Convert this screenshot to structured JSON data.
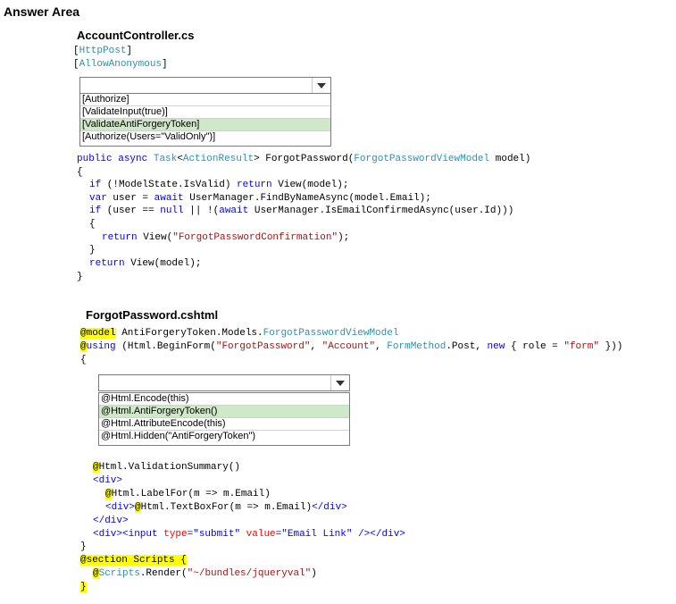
{
  "answer_area_title": "Answer Area",
  "controller": {
    "file_name": "AccountController.cs",
    "attr1_open": "[",
    "attr1_name": "HttpPost",
    "attr1_close": "]",
    "attr2_open": "[",
    "attr2_name": "AllowAnonymous",
    "attr2_close": "]",
    "dropdown": {
      "selected_value": "",
      "options": [
        "[Authorize]",
        "[ValidateInput(true)]",
        "[ValidateAntiForgeryToken]",
        "[Authorize(Users=\"ValidOnly\")]"
      ],
      "highlighted_option": "[ValidateAntiForgeryToken]"
    },
    "code": {
      "l1_public": "public",
      "l1_async": "async",
      "l1_task": "Task",
      "l1_lt": "<",
      "l1_ar": "ActionResult",
      "l1_gt": ">",
      "l1_method": " ForgotPassword(",
      "l1_vm": "ForgotPasswordViewModel",
      "l1_rest": " model)",
      "l2": "{",
      "l3_if": "if",
      "l3_mid": " (!ModelState.IsValid) ",
      "l3_return": "return",
      "l3_rest": " View(model);",
      "l4_var": "var",
      "l4_mid": " user = ",
      "l4_await": "await",
      "l4_rest": " UserManager.FindByNameAsync(model.Email);",
      "l5_if": "if",
      "l5_a": " (user == ",
      "l5_null": "null",
      "l5_b": " || !(",
      "l5_await": "await",
      "l5_c": " UserManager.IsEmailConfirmedAsync(user.Id)))",
      "l6": "{",
      "l7_return": "return",
      "l7_a": " View(",
      "l7_str": "\"ForgotPasswordConfirmation\"",
      "l7_b": ");",
      "l8": "}",
      "l9_return": "return",
      "l9_rest": " View(model);",
      "l10": "}"
    }
  },
  "view": {
    "file_name": "ForgotPassword.cshtml",
    "dropdown": {
      "selected_value": "",
      "options": [
        "@Html.Encode(this)",
        "@Html.AntiForgeryToken()",
        "@Html.AttributeEncode(this)",
        "@Html.Hidden(\"AntiForgeryToken\")"
      ],
      "highlighted_option": "@Html.AntiForgeryToken()"
    },
    "code": {
      "m1_model": "@model",
      "m1_ns": " AntiForgeryToken.Models.",
      "m1_vm": "ForgotPasswordViewModel",
      "m2_at": "@",
      "m2_using": "using",
      "m2_a": " (Html.BeginForm(",
      "m2_s1": "\"ForgotPassword\"",
      "m2_b": ", ",
      "m2_s2": "\"Account\"",
      "m2_c": ", ",
      "m2_fm": "FormMethod",
      "m2_d": ".Post, ",
      "m2_new": "new",
      "m2_e": " { role = ",
      "m2_s3": "\"form\"",
      "m2_f": " }))",
      "m3": "{",
      "m4_at": "@",
      "m4_rest": "Html.ValidationSummary()",
      "m5": "<div>",
      "m6_at": "@",
      "m6_rest": "Html.LabelFor(m => m.Email)",
      "m7_open": "<div>",
      "m7_at": "@",
      "m7_mid": "Html.TextBoxFor(m => m.Email)",
      "m7_close": "</div>",
      "m8": "</div>",
      "m9_a": "<div><input ",
      "m9_type": "type",
      "m9_eq1": "=",
      "m9_sub": "\"submit\"",
      "m9_val": " value",
      "m9_eq2": "=",
      "m9_link": "\"Email Link\"",
      "m9_b": " /></div>",
      "m10": "}",
      "m11": "@section Scripts {",
      "m12_at": "@",
      "m12_scripts": "Scripts",
      "m12_a": ".Render(",
      "m12_str": "\"~/bundles/jqueryval\"",
      "m12_b": ")",
      "m13": "}"
    }
  },
  "colors": {
    "keyword": "#0000ff",
    "type": "#2b91af",
    "string": "#a31515",
    "highlight": "#ffff00",
    "selected_option": "#cfe8c8"
  }
}
